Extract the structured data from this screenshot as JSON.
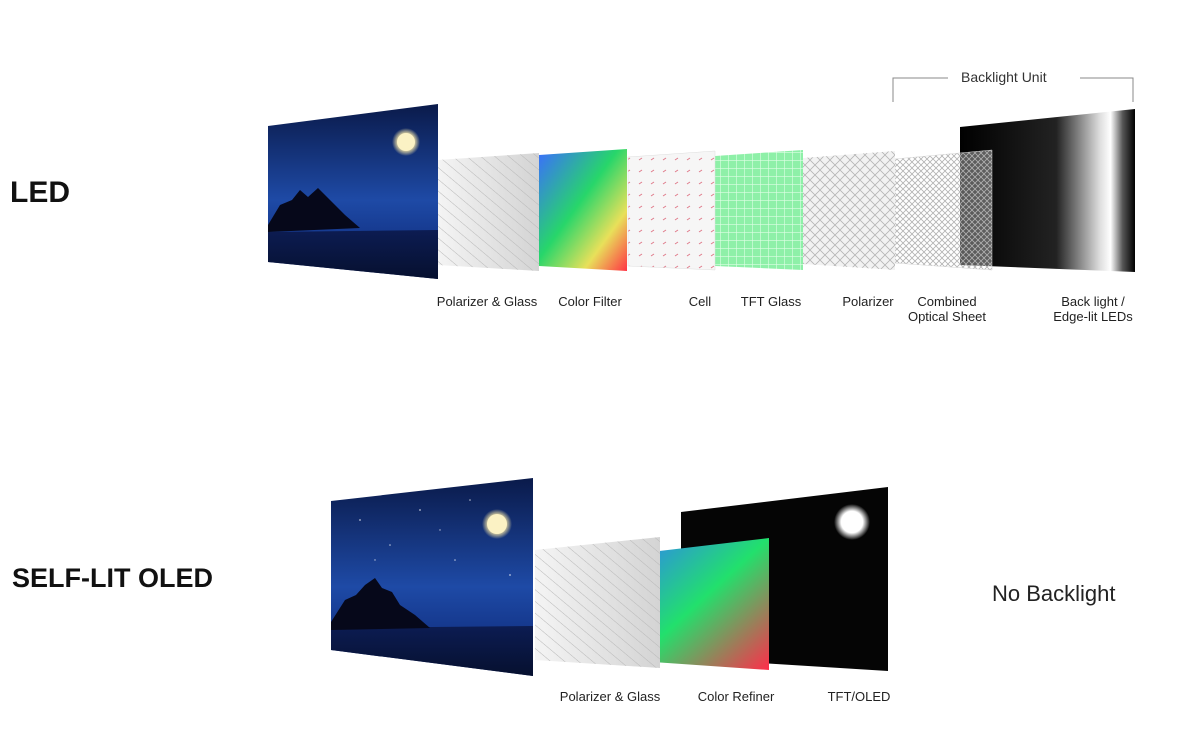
{
  "led": {
    "title": "LED",
    "bracket_label": "Backlight Unit",
    "labels": [
      "Polarizer & Glass",
      "Color Filter",
      "Cell",
      "TFT Glass",
      "Polarizer",
      "Combined\nOptical Sheet",
      "Back light /\nEdge-lit LEDs"
    ]
  },
  "oled": {
    "title": "SELF-LIT OLED",
    "no_backlight": "No Backlight",
    "labels": [
      "Polarizer & Glass",
      "Color Refiner",
      "TFT/OLED"
    ]
  },
  "colors": {
    "night_sky": "#1b3a8c",
    "panel_black": "#050505",
    "text": "#222222"
  }
}
